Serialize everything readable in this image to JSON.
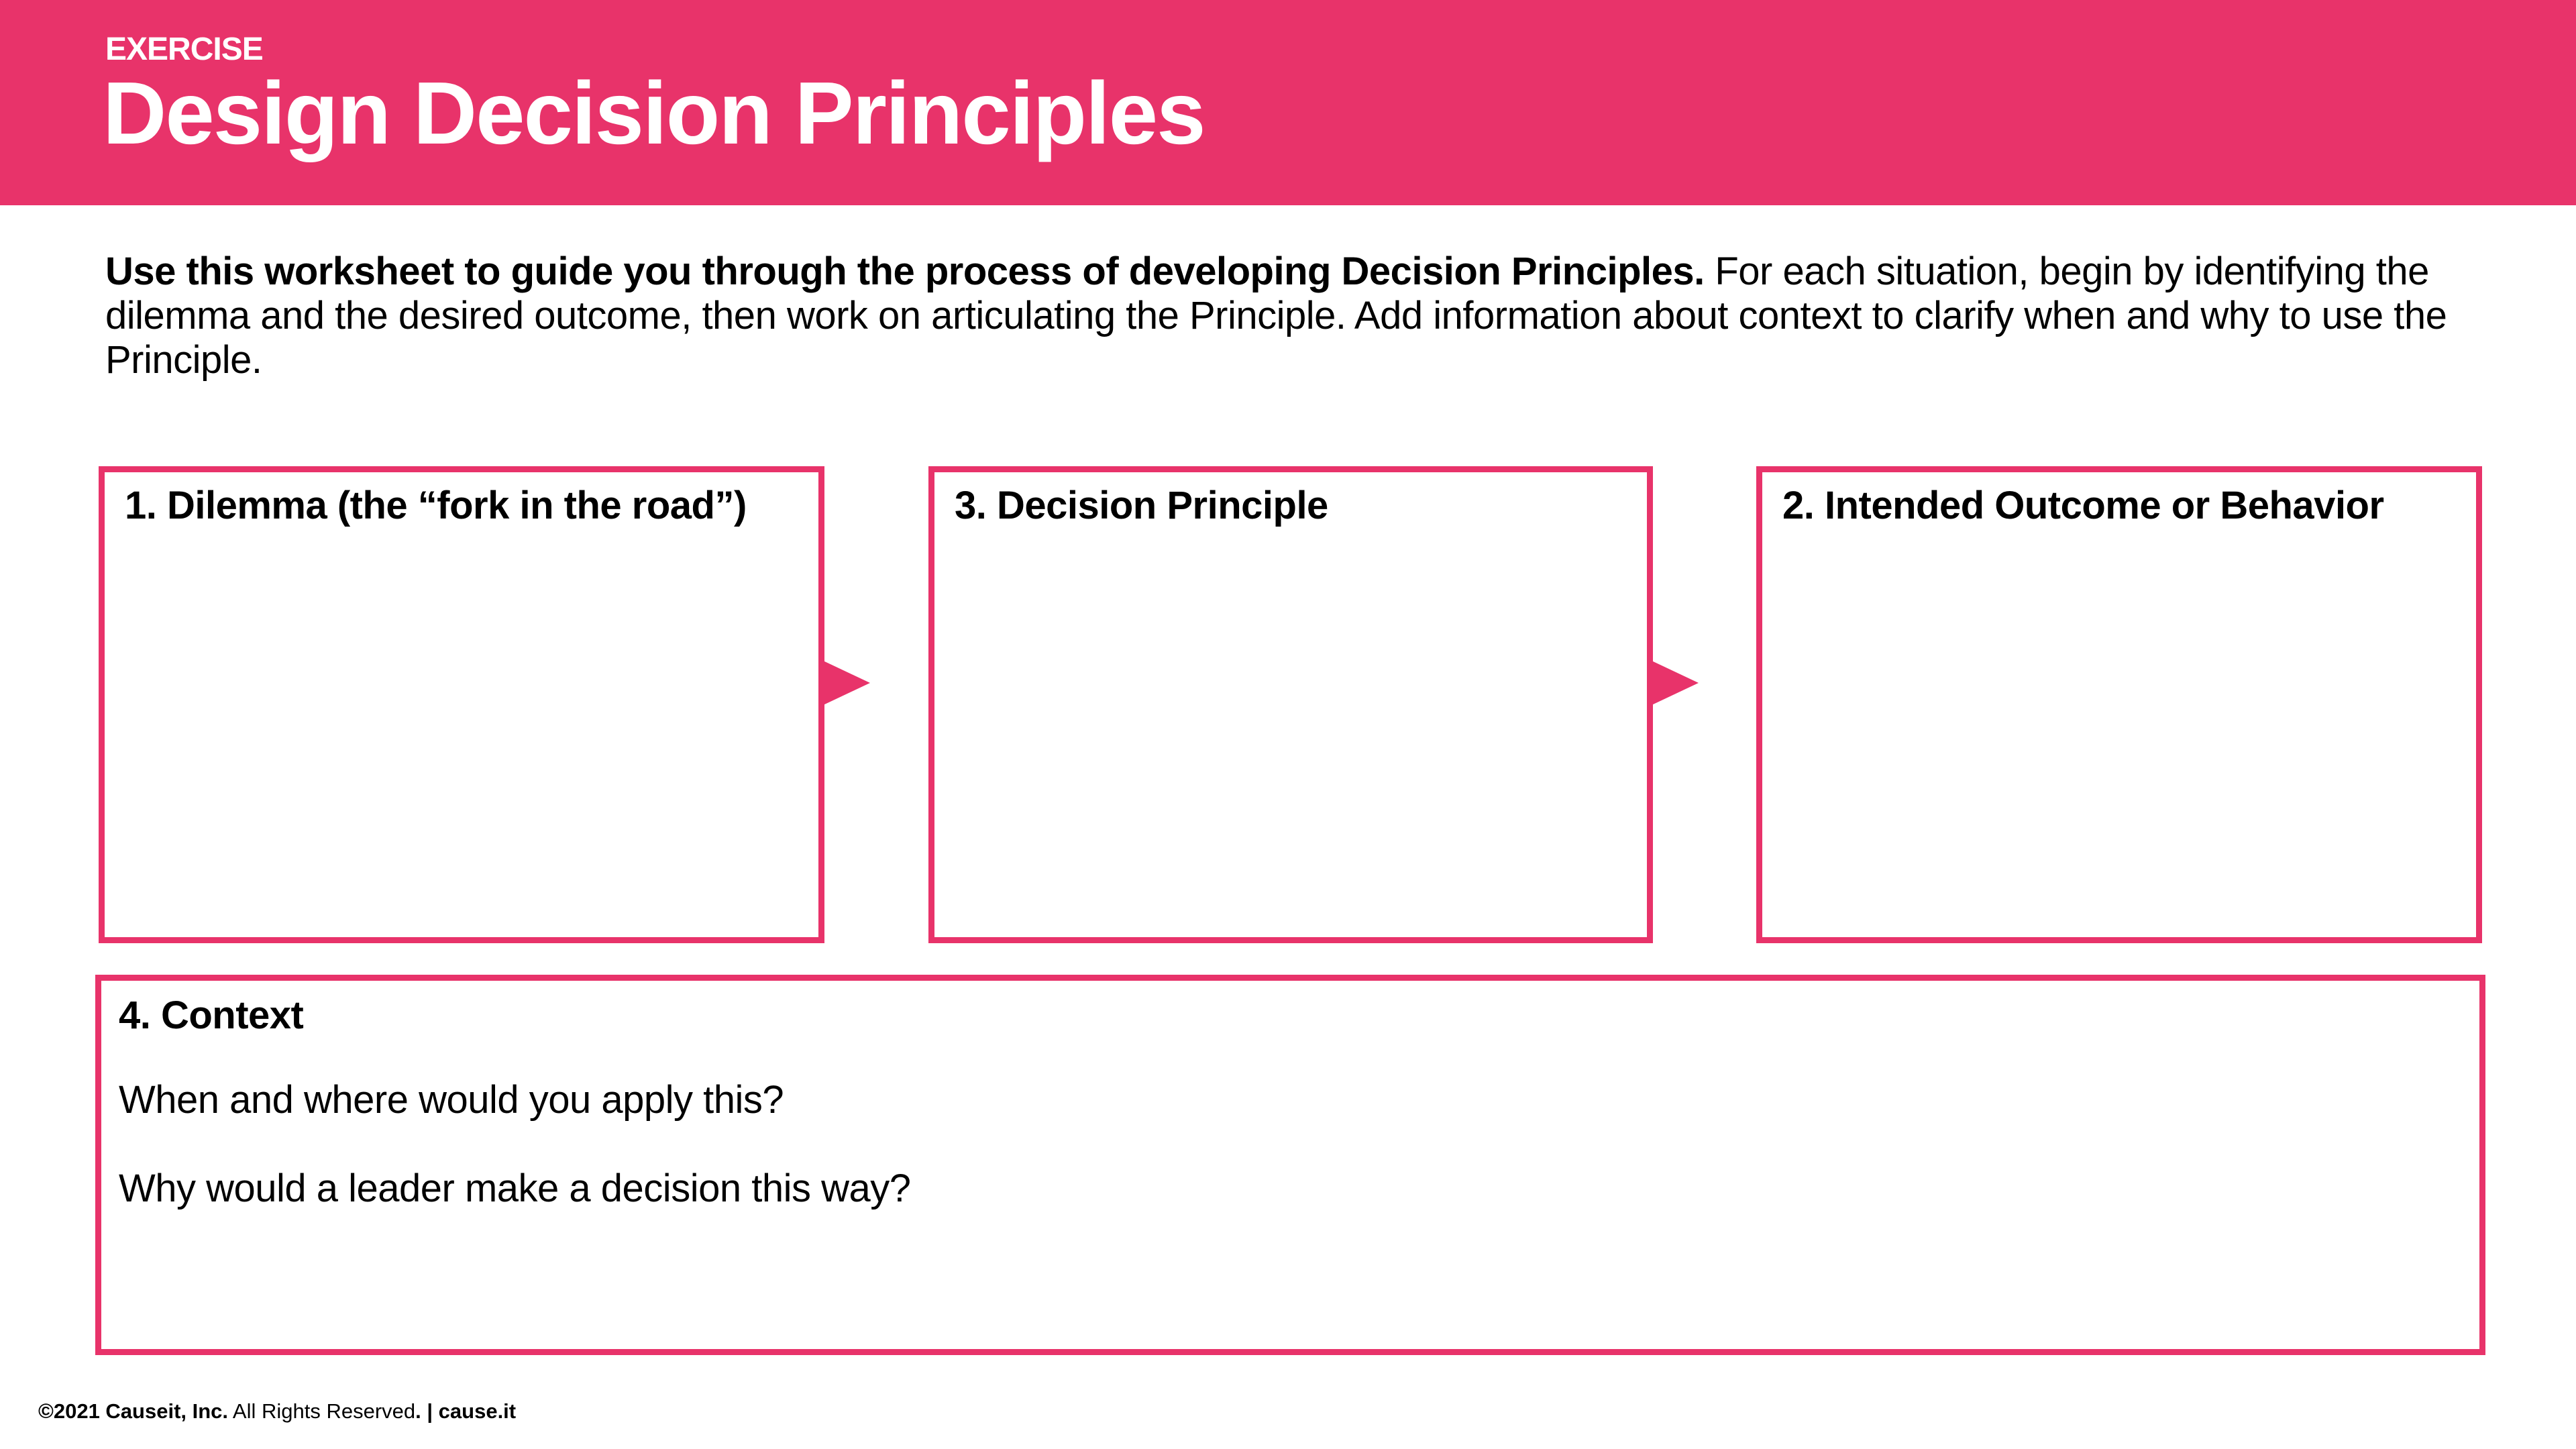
{
  "header": {
    "eyebrow": "EXERCISE",
    "title": "Design Decision Principles",
    "background_color": "#E8336A"
  },
  "intro": {
    "bold": "Use this worksheet to guide you through the process of developing Decision Principles.",
    "regular": " For each situation, begin by identifying the dilemma and the desired outcome, then work on articulating the Principle. Add information about context to clarify when and why to use the Principle."
  },
  "boxes": [
    {
      "title": "1. Dilemma (the “fork in the road”)"
    },
    {
      "title": "3. Decision Principle"
    },
    {
      "title": "2. Intended Outcome or Behavior"
    }
  ],
  "context": {
    "title": "4. Context",
    "questions": [
      "When and where would you apply this?",
      "Why would a leader make a decision this way?"
    ]
  },
  "footer": {
    "copyright_bold": "©2021 Causeit, Inc.",
    "rights": " All Rights Reserved",
    "period_sep": ". | ",
    "site": "cause.it"
  },
  "accent_color": "#E8336A"
}
